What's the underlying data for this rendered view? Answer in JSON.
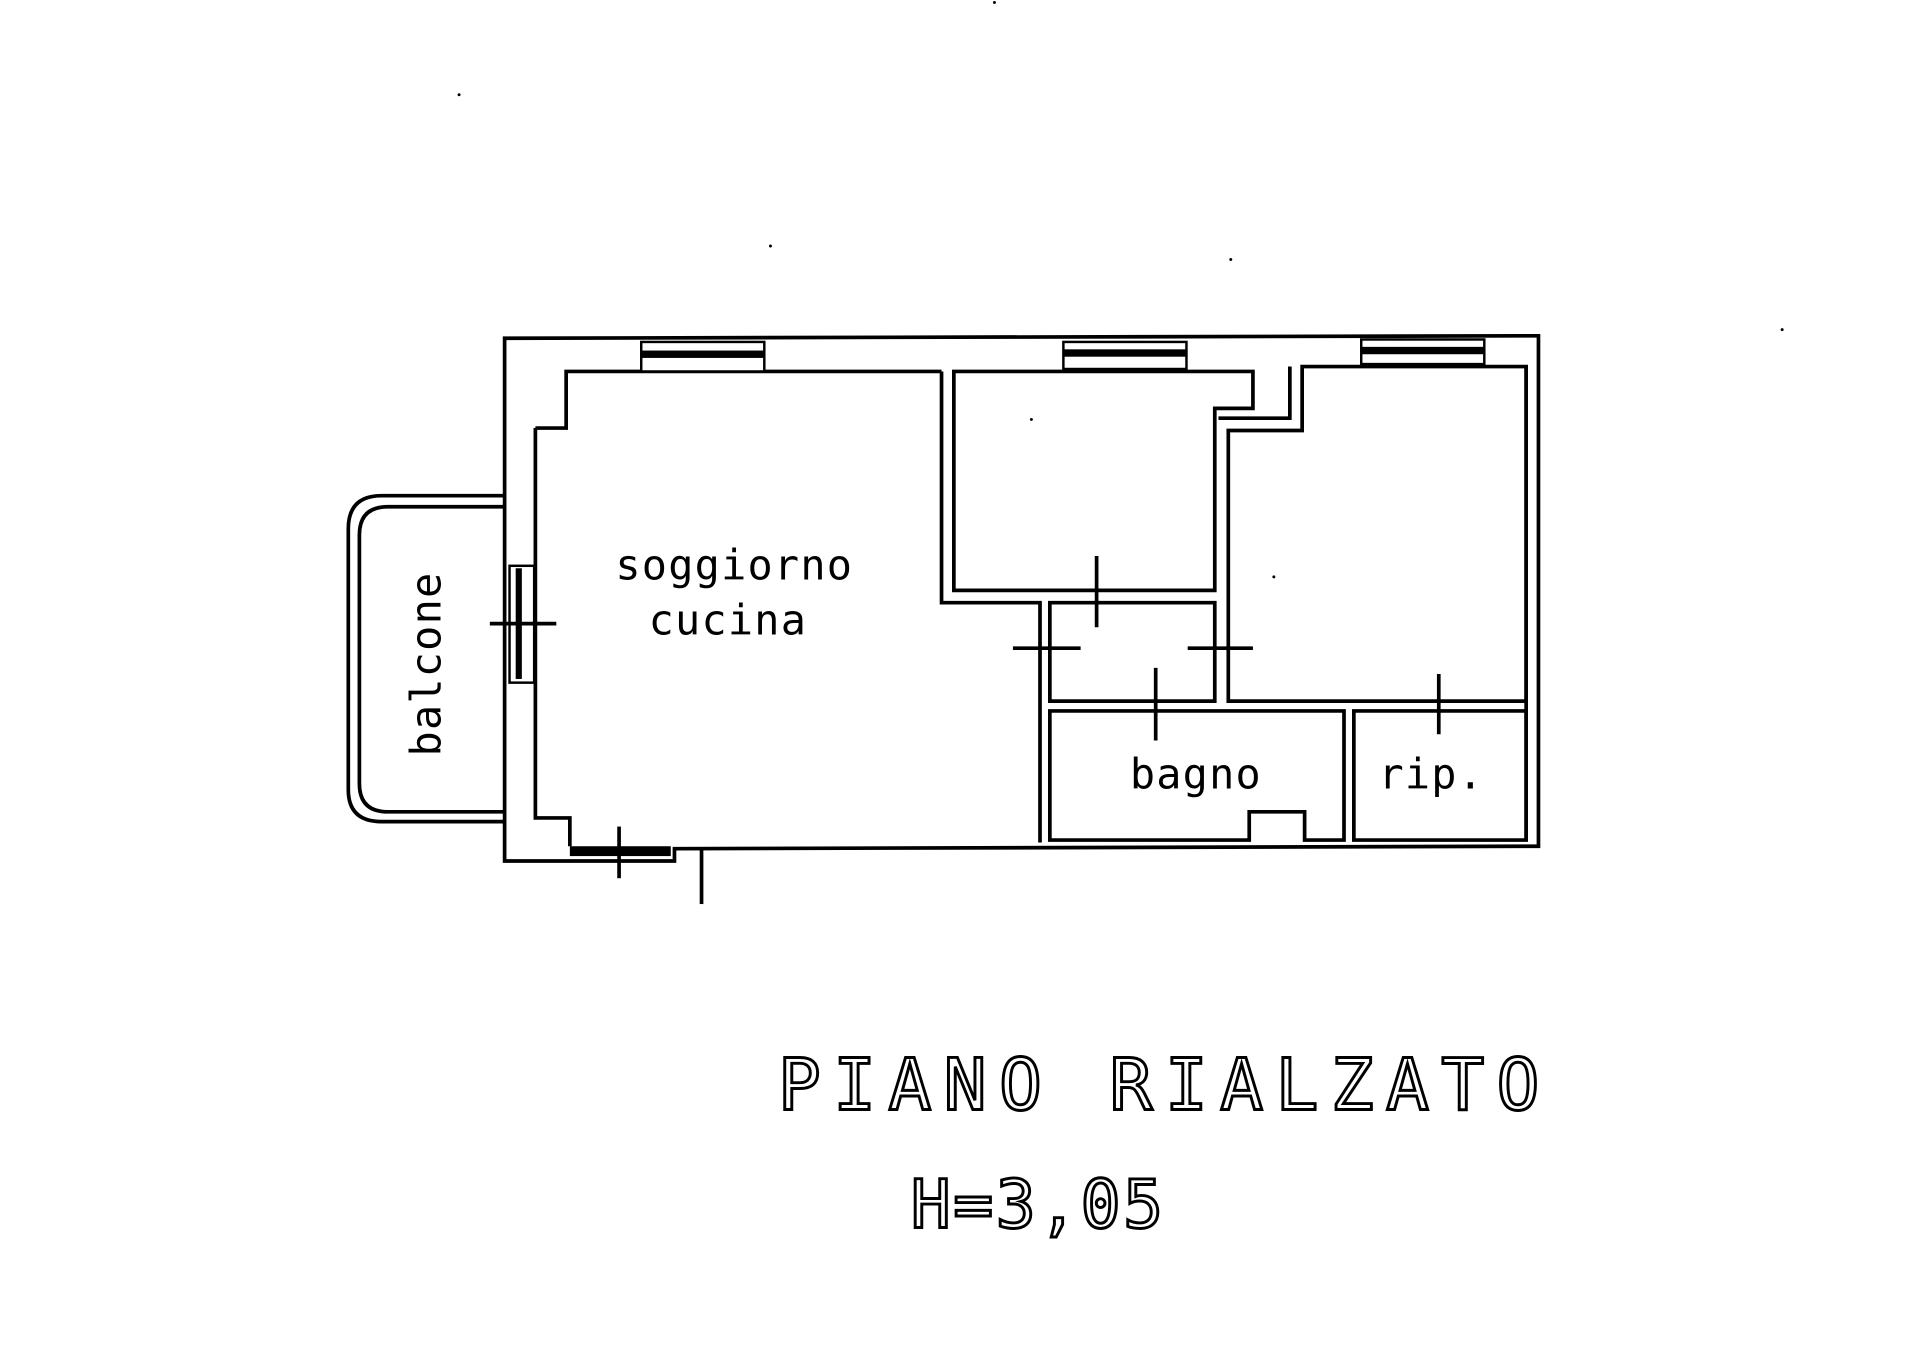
{
  "plan": {
    "type": "architectural floor plan",
    "floor_title": "PIANO RIALZATO",
    "ceiling_height": "H=3,05",
    "rooms": [
      {
        "id": "soggiorno",
        "label_line1": "soggiorno",
        "label_line2": "cucina"
      },
      {
        "id": "balcone",
        "label": "balcone"
      },
      {
        "id": "bagno",
        "label": "bagno"
      },
      {
        "id": "ripostiglio",
        "label": "rip."
      },
      {
        "id": "camera-1",
        "label": ""
      },
      {
        "id": "camera-2",
        "label": ""
      },
      {
        "id": "disimpegno",
        "label": ""
      }
    ],
    "colors": {
      "line": "#000000",
      "background": "#ffffff"
    }
  }
}
